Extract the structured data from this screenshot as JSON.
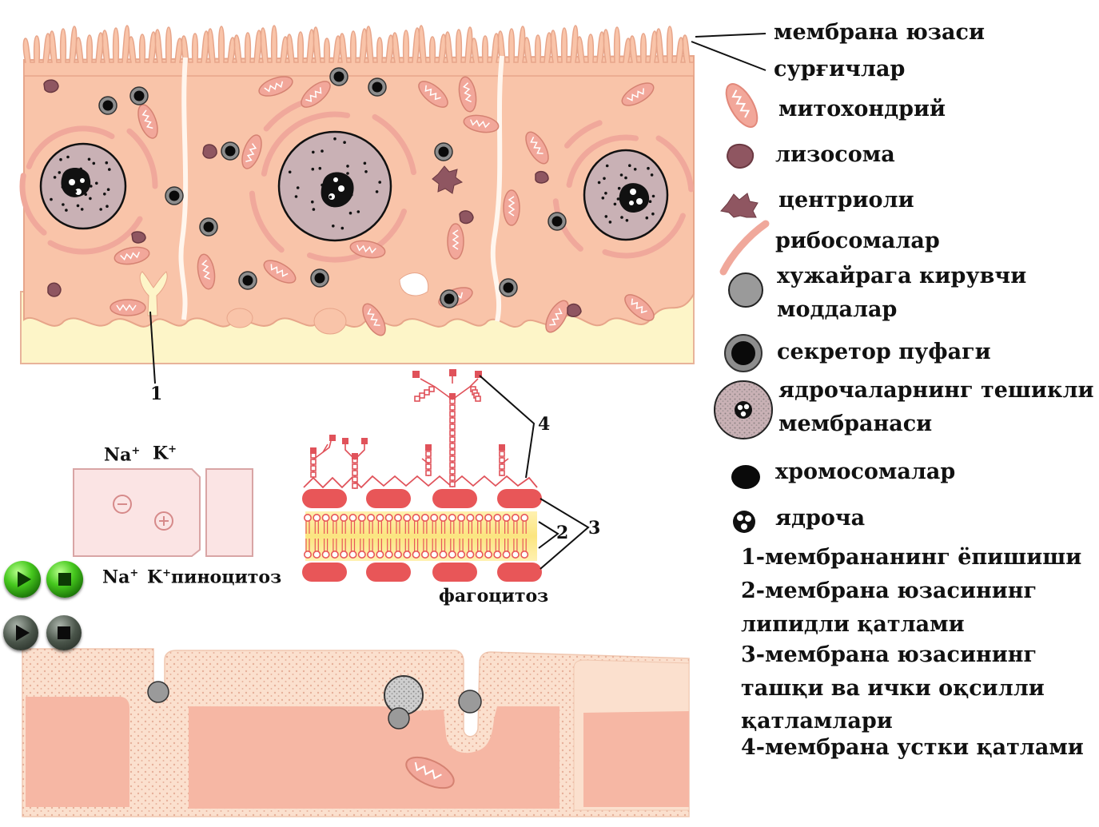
{
  "legend": {
    "membrane_surface": "мембрана юзаси",
    "microvilli": "сурғичлар",
    "mitochondrion": "митохондрий",
    "lysosome": "лизосома",
    "centrioles": "центриоли",
    "ribosomes": "рибосомалар",
    "entering_substances_1": "хужайрага кирувчи",
    "entering_substances_2": "моддалар",
    "secretory_vesicle": "секретор пуфаги",
    "nuclear_membrane_1": "ядрочаларнинг тешикли",
    "nuclear_membrane_2": "мембранаси",
    "chromosomes": "хромосомалар",
    "nucleolus": "ядроча"
  },
  "numbered_notes": {
    "n1": "1-мембрананинг ёпишиши",
    "n2a": "2-мембрана юзасининг",
    "n2b": "липидли  қатлами",
    "n3a": "3-мембрана юзасининг",
    "n3b": "ташқи ва ички оқсилли",
    "n3c": "қатламлари",
    "n4": "4-мембрана устки қатлами"
  },
  "diagram_labels": {
    "num1": "1",
    "num2": "2",
    "num3": "3",
    "num4": "4",
    "na_top": "Na",
    "k_top": "K",
    "na_bottom": "Na",
    "k_bottom": "K",
    "plus_sup": "+",
    "pinocytosis": "пиноцитоз",
    "phagocytosis": "фагоцитоз",
    "minus_sign": "−",
    "plus_sign": "+"
  },
  "colors": {
    "cytoplasm": "#f9c4a9",
    "outline": "#e7a58a",
    "base_layer": "#fdf5c8",
    "nucleus": "#c9b1b5",
    "organelle": "#f2a79a",
    "lysosome": "#8f5661",
    "protein_layer": "#e85658",
    "lipid_layer": "#fbe98d",
    "glycocalyx": "#e0525a",
    "pump_box": "#fbe4e4",
    "lower_membrane": "#fbe0ce",
    "lower_cell": "#f6b7a4"
  },
  "controls": {
    "play": "play-button",
    "stop": "stop-button",
    "play2": "play-secondary-button",
    "stop2": "stop-secondary-button"
  }
}
